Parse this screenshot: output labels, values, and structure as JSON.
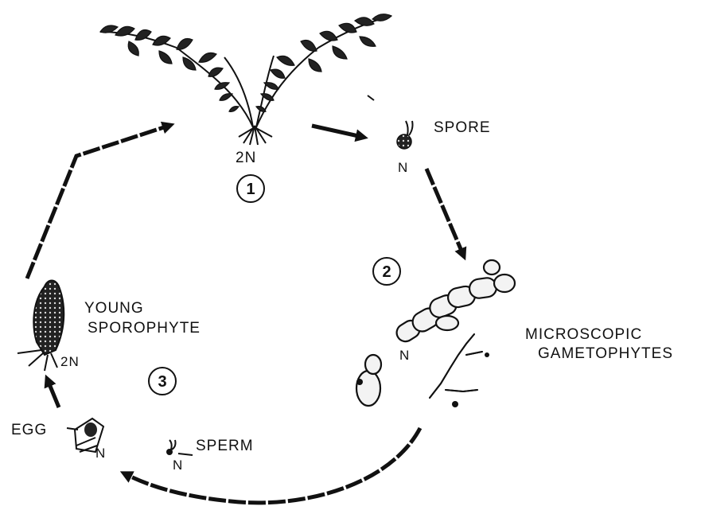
{
  "labels": {
    "ploidy_2n_top": "2N",
    "spore": "SPORE",
    "spore_ploidy": "N",
    "gametophytes_line1": "MICROSCOPIC",
    "gametophytes_line2": "GAMETOPHYTES",
    "gametophyte_ploidy": "N",
    "young_line1": "YOUNG",
    "young_line2": "SPOROPHYTE",
    "young_ploidy": "2N",
    "egg": "EGG",
    "egg_ploidy": "N",
    "sperm": "SPERM",
    "sperm_ploidy": "N"
  },
  "steps": [
    "1",
    "2",
    "3"
  ],
  "colors": {
    "ink": "#111111",
    "background": "#ffffff"
  }
}
